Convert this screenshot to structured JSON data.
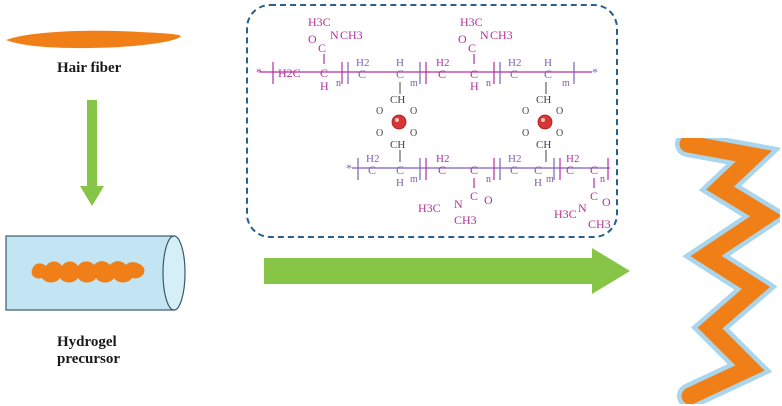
{
  "colors": {
    "fiber": "#f07f18",
    "arrow": "#86c545",
    "tube": "#c3e4f3",
    "hydrogel_coat": "#a9d6ec",
    "polymer_magenta": "#b3309d",
    "polymer_purple": "#7f5fb8",
    "box_border": "#2b5f8c",
    "metal_ion": "#d83636"
  },
  "labels": {
    "hair_fiber": "Hair fiber",
    "hydrogel_line1": "Hydrogel",
    "hydrogel_line2": "precursor"
  },
  "structure": {
    "h3c": "H3C",
    "ch3": "CH3",
    "n_atom": "N",
    "o_atom": "O",
    "c_atom": "C",
    "h_atom": "H",
    "h2c": "H2C",
    "h2": "H2",
    "ch": "CH",
    "o_minus": "O",
    "sub_m": "m",
    "sub_n": "n",
    "chain_end": "*"
  },
  "icons": [
    "arrow-down-icon",
    "arrow-right-icon",
    "metal-ion-icon",
    "hair-fiber-icon",
    "tube-icon",
    "coated-fiber-icon"
  ]
}
